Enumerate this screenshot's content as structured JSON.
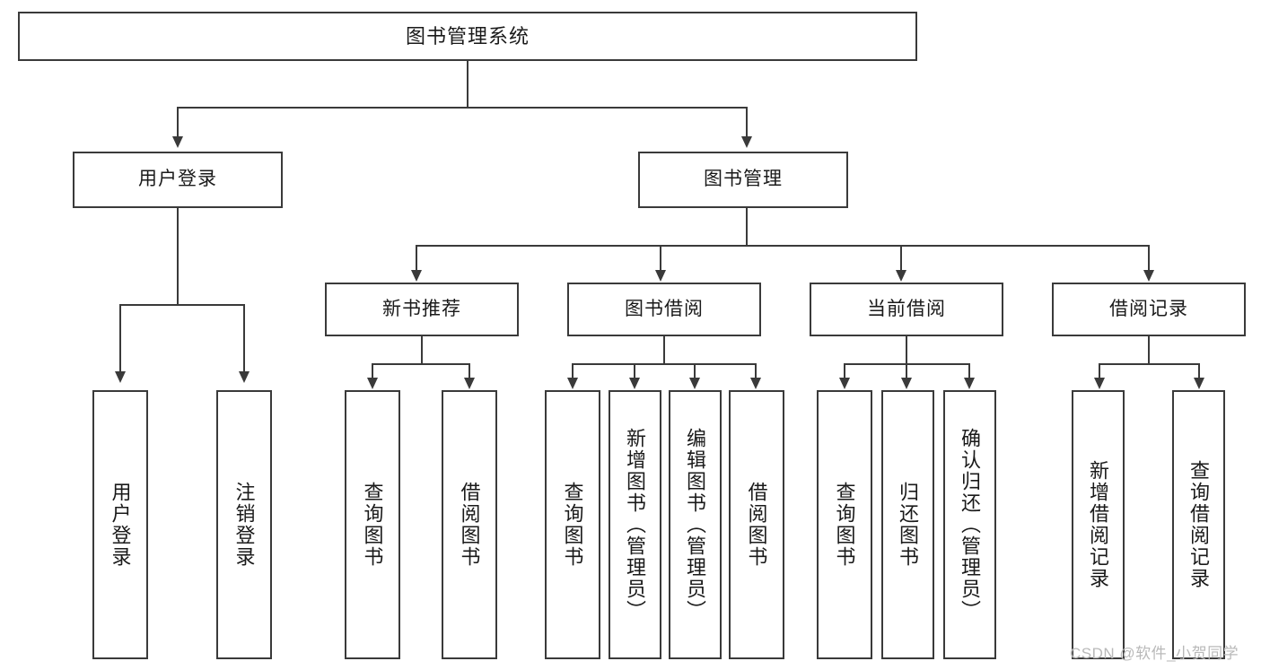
{
  "diagram": {
    "title": "图书管理系统",
    "type": "tree",
    "watermark": "CSDN @软件_小贺同学",
    "colors": {
      "stroke": "#3a3a3a",
      "fill": "#ffffff",
      "text": "#1a1a1a",
      "watermark": "#b9b9b9"
    },
    "root": {
      "label": "图书管理系统"
    },
    "level2": [
      {
        "label": "用户登录"
      },
      {
        "label": "图书管理"
      }
    ],
    "level3": [
      {
        "label": "新书推荐"
      },
      {
        "label": "图书借阅"
      },
      {
        "label": "当前借阅"
      },
      {
        "label": "借阅记录"
      }
    ],
    "leaves": {
      "user_login": [
        {
          "label": "用户登录"
        },
        {
          "label": "注销登录"
        }
      ],
      "new_book_recommend": [
        {
          "label": "查询图书"
        },
        {
          "label": "借阅图书"
        }
      ],
      "book_borrow": [
        {
          "label": "查询图书"
        },
        {
          "label": "新增图书（管理员）"
        },
        {
          "label": "编辑图书（管理员）"
        },
        {
          "label": "借阅图书"
        }
      ],
      "current_borrow": [
        {
          "label": "查询图书"
        },
        {
          "label": "归还图书"
        },
        {
          "label": "确认归还（管理员）"
        }
      ],
      "borrow_record": [
        {
          "label": "新增借阅记录"
        },
        {
          "label": "查询借阅记录"
        }
      ]
    }
  }
}
